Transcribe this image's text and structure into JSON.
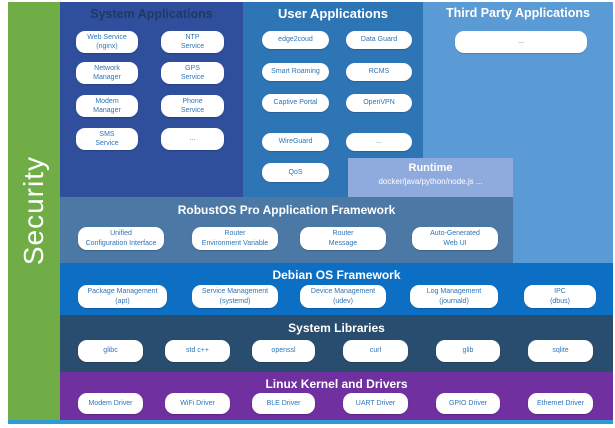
{
  "colors": {
    "security_green": "#70ad47",
    "system_apps_blue": "#2f4f9c",
    "user_apps_blue": "#2e75b6",
    "third_party_blue": "#5b9bd5",
    "runtime_periwinkle": "#8faadc",
    "robustos_slate": "#4c78a5",
    "debian_blue": "#0d6fc4",
    "system_libs_navy": "#294d6e",
    "kernel_purple": "#7030a0",
    "bottom_strip_blue": "#2e9bd6",
    "pill_text_blue": "#2e75b6",
    "system_apps_title_navy": "#1f3864"
  },
  "security_label": "Security",
  "layers": {
    "system_apps": {
      "title": "System Applications",
      "items": [
        "Web Service\n(nginx)",
        "NTP\nService",
        "Network\nManager",
        "GPS\nService",
        "Modem\nManager",
        "Phone\nService",
        "SMS\nService",
        "..."
      ]
    },
    "user_apps": {
      "title": "User Applications",
      "items": [
        "edge2coud",
        "Data Guard",
        "Smart Roaming",
        "RCMS",
        "Captive Portal",
        "OpenVPN",
        "WireGuard",
        "...",
        "QoS"
      ]
    },
    "third_party": {
      "title": "Third Party Applications",
      "items": [
        "..."
      ]
    },
    "runtime": {
      "title": "Runtime",
      "subtitle": "docker/java/python/node.js ..."
    },
    "robustos": {
      "title": "RobustOS Pro Application Framework",
      "items": [
        "Unified\nConfiguration Interface",
        "Router\nEnvironment Variable",
        "Router\nMessage",
        "Auto-Generated\nWeb UI"
      ]
    },
    "debian": {
      "title": "Debian OS Framework",
      "items": [
        "Package Management\n(apt)",
        "Service Management\n(systemd)",
        "Device Management\n(udev)",
        "Log Management\n(journald)",
        "IPC\n(dbus)"
      ]
    },
    "syslibs": {
      "title": "System Libraries",
      "items": [
        "glibc",
        "std c++",
        "openssl",
        "curl",
        "glib",
        "sqlite"
      ]
    },
    "kernel": {
      "title": "Linux Kernel and Drivers",
      "items": [
        "Modem Driver",
        "WiFi Driver",
        "BLE Driver",
        "UART Driver",
        "GPIO Driver",
        "Ethernet Driver"
      ]
    }
  }
}
